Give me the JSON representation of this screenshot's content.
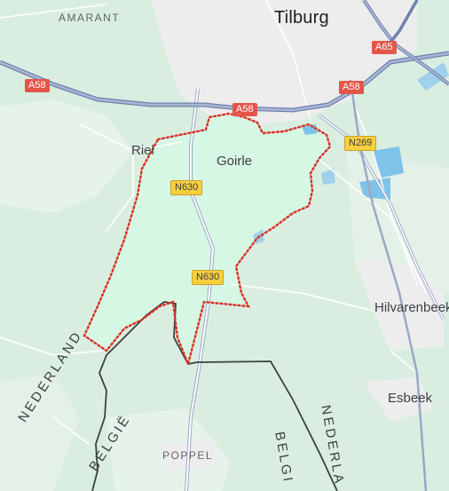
{
  "colors": {
    "forest": "#d9eee0",
    "urban": "#ededee",
    "highlight": "#d6f7e3",
    "boundary": "#d93025",
    "motorway": "#7d8fb8",
    "border": "#3c4043",
    "water": "#7fc2ea"
  },
  "labels": {
    "amarant": "AMARANT",
    "tilburg": "Tilburg",
    "riel": "Riel",
    "goirle": "Goirle",
    "hilvarenbeek": "Hilvarenbeek",
    "esbeek": "Esbeek",
    "poppel": "POPPEL",
    "nederland_left": "NEDERLAND",
    "belgie_left": "BELGIË",
    "nederland_right": "NEDERLA",
    "belgie_right": "BELGI"
  },
  "shields": {
    "a58_left": "A58",
    "a58_center": "A58",
    "a58_right": "A58",
    "a65": "A65",
    "n269": "N269",
    "n630_top": "N630",
    "n630_bottom": "N630"
  }
}
